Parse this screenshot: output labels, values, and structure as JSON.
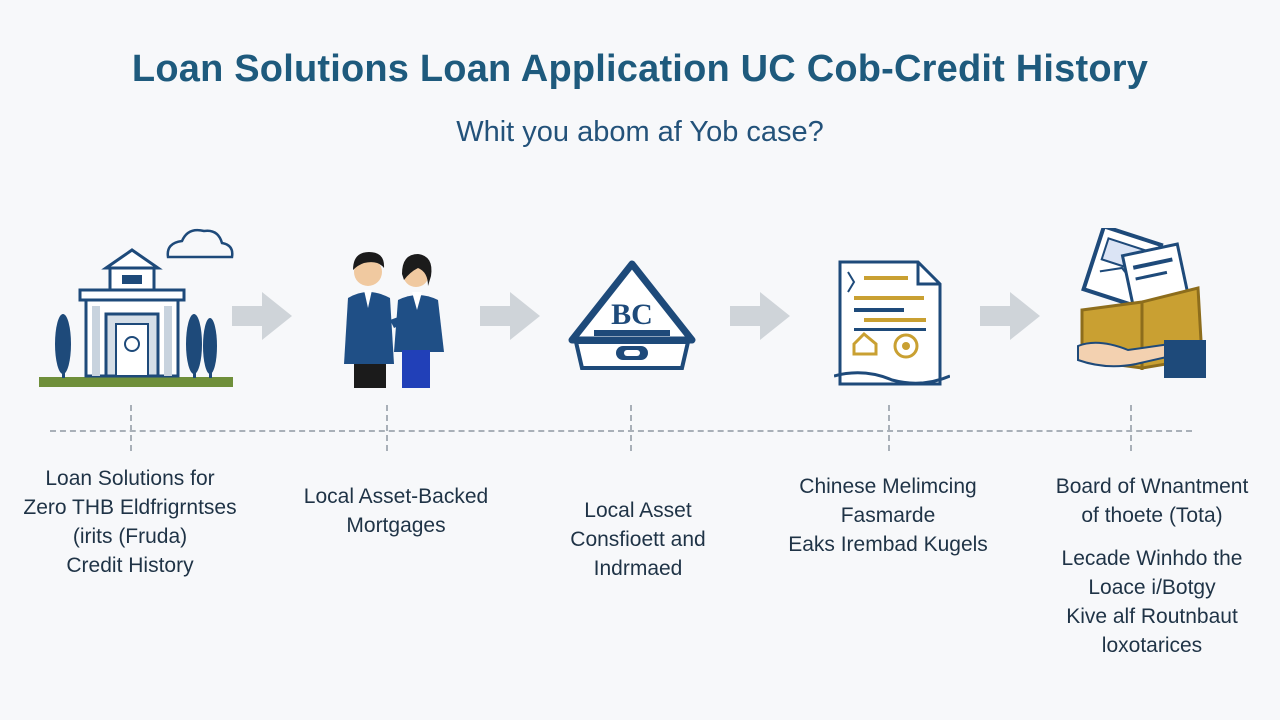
{
  "header": {
    "title": "Loan Solutions Loan Application UC Cob-Credit History",
    "subtitle": "Whit you abom af Yob case?"
  },
  "colors": {
    "navy": "#1e4a7a",
    "gold": "#c9a032",
    "arrow": "#cfd4d9",
    "timeline": "#a9b0b8"
  },
  "steps": [
    {
      "icon": "bank-building-icon",
      "label_lines": [
        "Loan Solutions for",
        "Zero THB Eldfrigrntses",
        "(irits (Fruda)",
        "Credit History"
      ]
    },
    {
      "icon": "business-people-handshake-icon",
      "label_lines": [
        "Local Asset-Backed",
        "Mortgages"
      ]
    },
    {
      "icon": "bc-house-icon",
      "badge": "BC",
      "label_lines": [
        "Local Asset",
        "Consfioett and",
        "Indrmaed"
      ]
    },
    {
      "icon": "loan-document-icon",
      "label_lines": [
        "Chinese Melimcing",
        "Fasmarde",
        "Eaks Irembad Kugels"
      ]
    },
    {
      "icon": "hand-with-folder-icon",
      "label_lines": [
        "Board of Wnantment",
        "of thoete (Tota)"
      ],
      "extra_lines": [
        "Lecade Winhdo the",
        "Loace i/Botgy",
        "Kive alf Routnbaut",
        "loxotarices"
      ]
    }
  ]
}
